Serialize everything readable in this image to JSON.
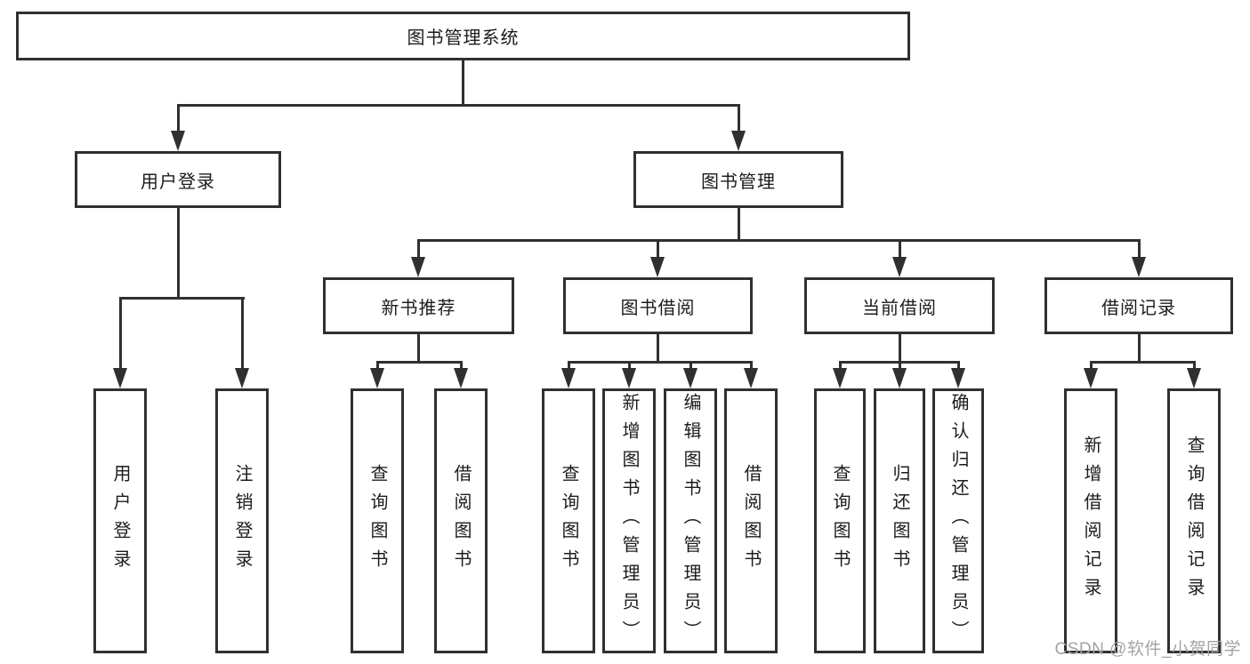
{
  "title": "图书管理系统",
  "watermark": "CSDN @软件_小贺同学",
  "colors": {
    "line": "#303030",
    "box_border": "#303030",
    "text": "#1c1c1c",
    "watermark": "#a3a3a3",
    "background": "#ffffff"
  },
  "tree": {
    "root": "图书管理系统",
    "branches": [
      {
        "label": "用户登录",
        "leaves": [
          "用户登录",
          "注销登录"
        ]
      },
      {
        "label": "图书管理",
        "groups": [
          {
            "label": "新书推荐",
            "leaves": [
              "查询图书",
              "借阅图书"
            ]
          },
          {
            "label": "图书借阅",
            "leaves": [
              "查询图书",
              "新增图书（管理员）",
              "编辑图书（管理员）",
              "借阅图书"
            ]
          },
          {
            "label": "当前借阅",
            "leaves": [
              "查询图书",
              "归还图书",
              "确认归还（管理员）"
            ]
          },
          {
            "label": "借阅记录",
            "leaves": [
              "新增借阅记录",
              "查询借阅记录"
            ]
          }
        ]
      }
    ]
  }
}
